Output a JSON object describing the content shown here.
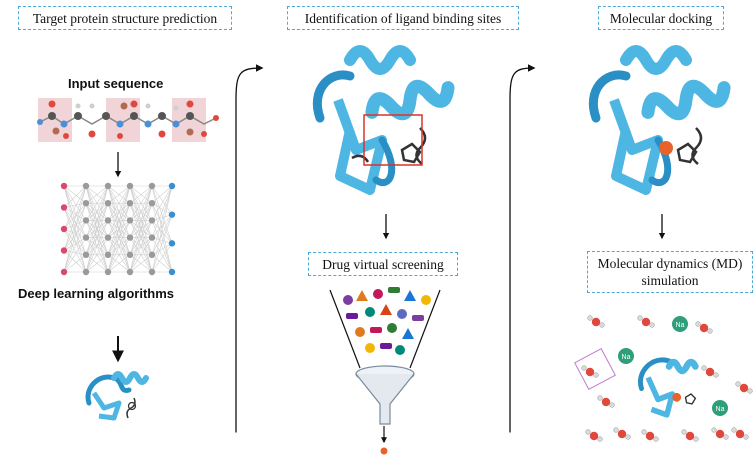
{
  "panels": {
    "structure_prediction": {
      "title": "Target protein structure prediction",
      "input_label": "Input sequence",
      "dl_label": "Deep learning algorithms"
    },
    "binding_sites": {
      "title": "Identification of ligand binding sites",
      "screening_label": "Drug virtual screening"
    },
    "docking": {
      "title": "Molecular docking",
      "md_line1": "Molecular dynamics (MD)",
      "md_line2": "simulation"
    }
  },
  "molecule_labels": {
    "ion": "Na"
  },
  "colors": {
    "dashed_border": "#4fa8d8",
    "protein": "#4db6e2",
    "ligand_ball": "#e8632a",
    "binding_box": "#d9342b",
    "ion": "#2f9e7a",
    "oxygen": "#e0483d",
    "sequence_band": "#f0d4d8"
  }
}
